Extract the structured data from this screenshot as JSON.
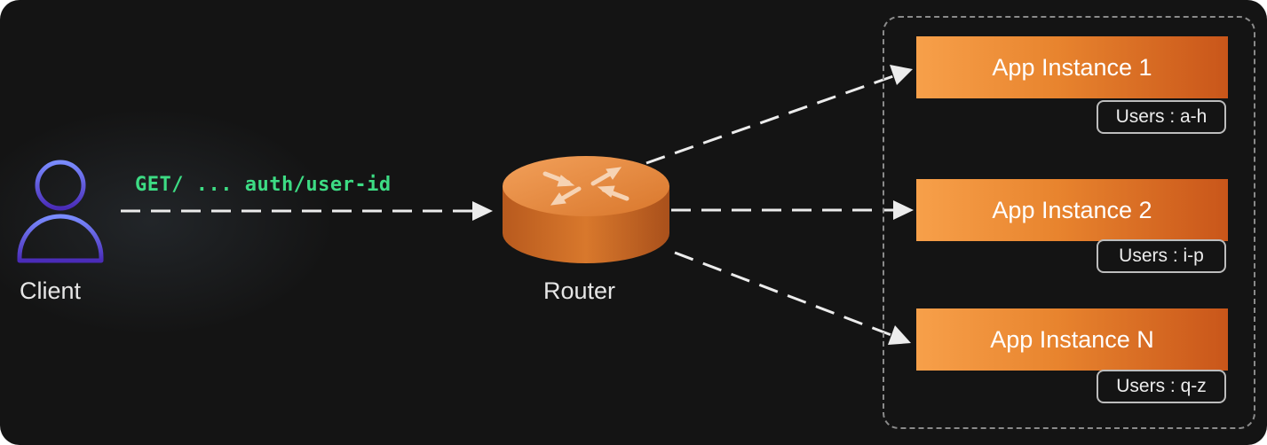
{
  "client": {
    "label": "Client"
  },
  "request": {
    "label": "GET/ ... auth/user-id"
  },
  "router": {
    "label": "Router"
  },
  "instances": [
    {
      "label": "App Instance 1",
      "users": "Users : a-h"
    },
    {
      "label": "App Instance 2",
      "users": "Users : i-p"
    },
    {
      "label": "App Instance N",
      "users": "Users : q-z"
    }
  ],
  "colors": {
    "background": "#141414",
    "accent_orange": "#e8842e",
    "request_text": "#3ddc84",
    "client_icon_top": "#7a8cff",
    "client_icon_bottom": "#4a2bb8"
  }
}
